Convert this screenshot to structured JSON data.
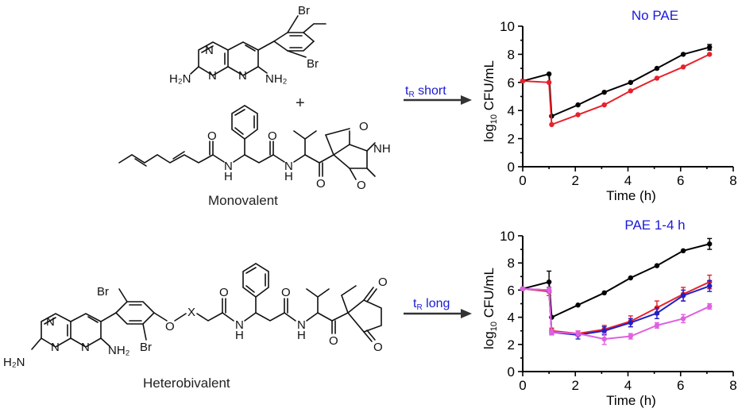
{
  "molecules": {
    "monovalent_label": "Monovalent",
    "heterobivalent_label": "Heterobivalent",
    "plus": "+",
    "atoms": {
      "br": "Br",
      "n": "N",
      "h2n": "H₂N",
      "nh2": "NH₂",
      "nh": "NH",
      "n_h": "N",
      "h": "H",
      "o": "O",
      "x": "X"
    }
  },
  "arrows": {
    "top": {
      "prefix": "t",
      "subscript": "R",
      "text": " short"
    },
    "bottom": {
      "prefix": "t",
      "subscript": "R",
      "text": " long"
    }
  },
  "colors": {
    "black": "#000000",
    "red": "#e8202a",
    "blue": "#2020c8",
    "pink": "#e060e0",
    "title_blue": "#1a1ad6"
  },
  "chart_data": [
    {
      "type": "line",
      "title": "No PAE",
      "xlabel": "Time (h)",
      "ylabel_prefix": "log",
      "ylabel_sub": "10",
      "ylabel_rest": " CFU/mL",
      "xlim": [
        0,
        8
      ],
      "ylim": [
        0,
        10
      ],
      "xticks": [
        "0",
        "2",
        "4",
        "6",
        "8"
      ],
      "yticks": [
        "0",
        "2",
        "4",
        "6",
        "8",
        "10"
      ],
      "series": [
        {
          "color": "black",
          "x": [
            0,
            1,
            1.1,
            2.1,
            3.1,
            4.1,
            5.1,
            6.1,
            7.1
          ],
          "y": [
            6.1,
            6.6,
            3.6,
            4.4,
            5.3,
            6.0,
            7.0,
            8.0,
            8.5
          ],
          "err": [
            0,
            0,
            0,
            0,
            0,
            0,
            0,
            0,
            0.2
          ]
        },
        {
          "color": "red",
          "x": [
            0,
            1,
            1.1,
            2.1,
            3.1,
            4.1,
            5.1,
            6.1,
            7.1
          ],
          "y": [
            6.1,
            6.0,
            3.0,
            3.7,
            4.4,
            5.4,
            6.3,
            7.1,
            8.0
          ],
          "err": [
            0,
            0,
            0,
            0,
            0,
            0,
            0,
            0,
            0
          ]
        }
      ]
    },
    {
      "type": "line",
      "title": "PAE 1-4 h",
      "xlabel": "Time (h)",
      "ylabel_prefix": "log",
      "ylabel_sub": "10",
      "ylabel_rest": " CFU/mL",
      "xlim": [
        0,
        8
      ],
      "ylim": [
        0,
        10
      ],
      "xticks": [
        "0",
        "2",
        "4",
        "6",
        "8"
      ],
      "yticks": [
        "0",
        "2",
        "4",
        "6",
        "8",
        "10"
      ],
      "series": [
        {
          "color": "black",
          "x": [
            0,
            1,
            1.1,
            2.1,
            3.1,
            4.1,
            5.1,
            6.1,
            7.1
          ],
          "y": [
            6.1,
            6.6,
            4.0,
            4.9,
            5.8,
            6.9,
            7.8,
            8.9,
            9.4
          ],
          "err": [
            0,
            0.8,
            0,
            0,
            0,
            0,
            0,
            0,
            0.4
          ]
        },
        {
          "color": "red",
          "x": [
            0,
            1,
            1.1,
            2.1,
            3.1,
            4.1,
            5.1,
            6.1,
            7.1
          ],
          "y": [
            6.1,
            5.9,
            3.0,
            2.8,
            3.1,
            3.7,
            4.7,
            5.7,
            6.6
          ],
          "err": [
            0,
            0.3,
            0.2,
            0.2,
            0.3,
            0.4,
            0.5,
            0.5,
            0.5
          ]
        },
        {
          "color": "blue",
          "x": [
            0,
            1,
            1.1,
            2.1,
            3.1,
            4.1,
            5.1,
            6.1,
            7.1
          ],
          "y": [
            6.1,
            6.0,
            2.9,
            2.7,
            3.0,
            3.6,
            4.3,
            5.6,
            6.3
          ],
          "err": [
            0,
            0.2,
            0.2,
            0.3,
            0.3,
            0.3,
            0.4,
            0.4,
            0.4
          ]
        },
        {
          "color": "pink",
          "x": [
            0,
            1,
            1.1,
            2.1,
            3.1,
            4.1,
            5.1,
            6.1,
            7.1
          ],
          "y": [
            6.1,
            6.0,
            2.9,
            2.8,
            2.4,
            2.6,
            3.4,
            3.9,
            4.8
          ],
          "err": [
            0,
            0.2,
            0.2,
            0.2,
            0.4,
            0.2,
            0.2,
            0.3,
            0.2
          ]
        }
      ]
    }
  ]
}
